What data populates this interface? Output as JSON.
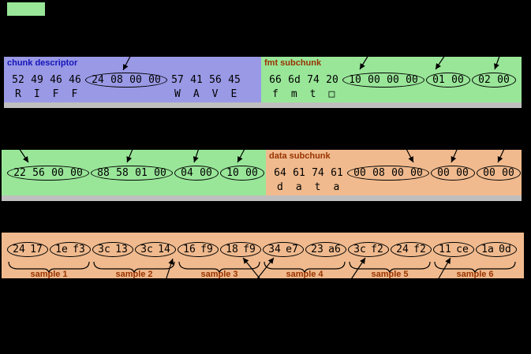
{
  "colors": {
    "background": "#000000",
    "chunk_descriptor_box": "#9a99e6",
    "fmt_subchunk_box": "#99e699",
    "data_subchunk_box": "#f0ba8e",
    "divider_bar": "#bfbfbf",
    "chunk_descriptor_title": "#1414b8",
    "subchunk_title": "#993300",
    "byte_text": "#000000",
    "annotation_lines": "#000000"
  },
  "row1": {
    "chunk_descriptor": {
      "title": "chunk descriptor",
      "segments": [
        {
          "bytes": [
            "52",
            "49",
            "46",
            "46"
          ],
          "circled": false
        },
        {
          "bytes": [
            "24",
            "08",
            "00",
            "00"
          ],
          "circled": true
        },
        {
          "bytes": [
            "57",
            "41",
            "56",
            "45"
          ],
          "circled": false
        }
      ],
      "ascii_riff": "RIFF",
      "ascii_wave": "WAVE"
    },
    "fmt_subchunk": {
      "title": "fmt subchunk",
      "segments": [
        {
          "bytes": [
            "66",
            "6d",
            "74",
            "20"
          ],
          "circled": false
        },
        {
          "bytes": [
            "10",
            "00",
            "00",
            "00"
          ],
          "circled": true
        },
        {
          "bytes": [
            "01",
            "00"
          ],
          "circled": true
        },
        {
          "bytes": [
            "02",
            "00"
          ],
          "circled": true
        }
      ],
      "ascii": "fmt□"
    }
  },
  "row2": {
    "fmt_subchunk_continued": {
      "segments": [
        {
          "bytes": [
            "22",
            "56",
            "00",
            "00"
          ],
          "circled": true
        },
        {
          "bytes": [
            "88",
            "58",
            "01",
            "00"
          ],
          "circled": true
        },
        {
          "bytes": [
            "04",
            "00"
          ],
          "circled": true
        },
        {
          "bytes": [
            "10",
            "00"
          ],
          "circled": true
        }
      ]
    },
    "data_subchunk": {
      "title": "data subchunk",
      "segments": [
        {
          "bytes": [
            "64",
            "61",
            "74",
            "61"
          ],
          "circled": false
        },
        {
          "bytes": [
            "00",
            "08",
            "00",
            "00"
          ],
          "circled": true
        },
        {
          "bytes": [
            "00",
            "00"
          ],
          "circled": true
        },
        {
          "bytes": [
            "00",
            "00"
          ],
          "circled": true
        }
      ],
      "ascii": "data"
    }
  },
  "row3": {
    "data_bytes": {
      "segments": [
        {
          "bytes": [
            "24",
            "17"
          ],
          "circled": true
        },
        {
          "bytes": [
            "1e",
            "f3"
          ],
          "circled": true
        },
        {
          "bytes": [
            "3c",
            "13"
          ],
          "circled": true
        },
        {
          "bytes": [
            "3c",
            "14"
          ],
          "circled": true
        },
        {
          "bytes": [
            "16",
            "f9"
          ],
          "circled": true
        },
        {
          "bytes": [
            "18",
            "f9"
          ],
          "circled": true
        },
        {
          "bytes": [
            "34",
            "e7"
          ],
          "circled": true
        },
        {
          "bytes": [
            "23",
            "a6"
          ],
          "circled": true
        },
        {
          "bytes": [
            "3c",
            "f2"
          ],
          "circled": true
        },
        {
          "bytes": [
            "24",
            "f2"
          ],
          "circled": true
        },
        {
          "bytes": [
            "11",
            "ce"
          ],
          "circled": true
        },
        {
          "bytes": [
            "1a",
            "0d"
          ],
          "circled": true
        }
      ],
      "sample_labels": [
        "sample 1",
        "sample 2",
        "sample 3",
        "sample 4",
        "sample 5",
        "sample 6"
      ]
    }
  }
}
